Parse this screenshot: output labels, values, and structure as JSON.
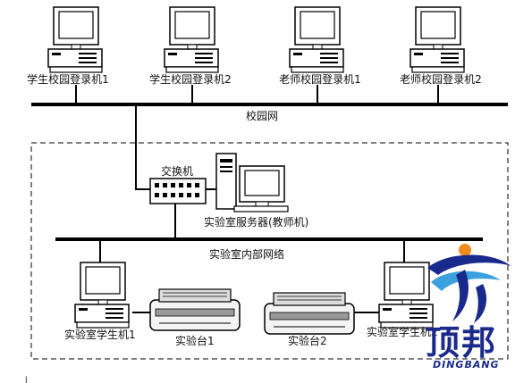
{
  "nodes": {
    "campus_student_pc_1": "学生校园登录机1",
    "campus_student_pc_2": "学生校园登录机2",
    "campus_teacher_pc_1": "老师校园登录机1",
    "campus_teacher_pc_2": "老师校园登录机2",
    "switch": "交换机",
    "lab_server": "实验室服务器(教师机)",
    "lab_student_pc_1": "实验室学生机1",
    "lab_student_pc_2": "实验室学生机2",
    "bench_1": "实验台1",
    "bench_2": "实验台2"
  },
  "networks": {
    "campus_network": "校园网",
    "lab_internal_network": "实验室内部网络"
  },
  "logo": {
    "text_cn": "顶邦",
    "text_en": "DINGBANG"
  },
  "colors": {
    "line": "#000000",
    "logo_blue": "#1a2a8c",
    "logo_orange": "#f08a1c",
    "logo_light_blue": "#3aa0e0"
  }
}
